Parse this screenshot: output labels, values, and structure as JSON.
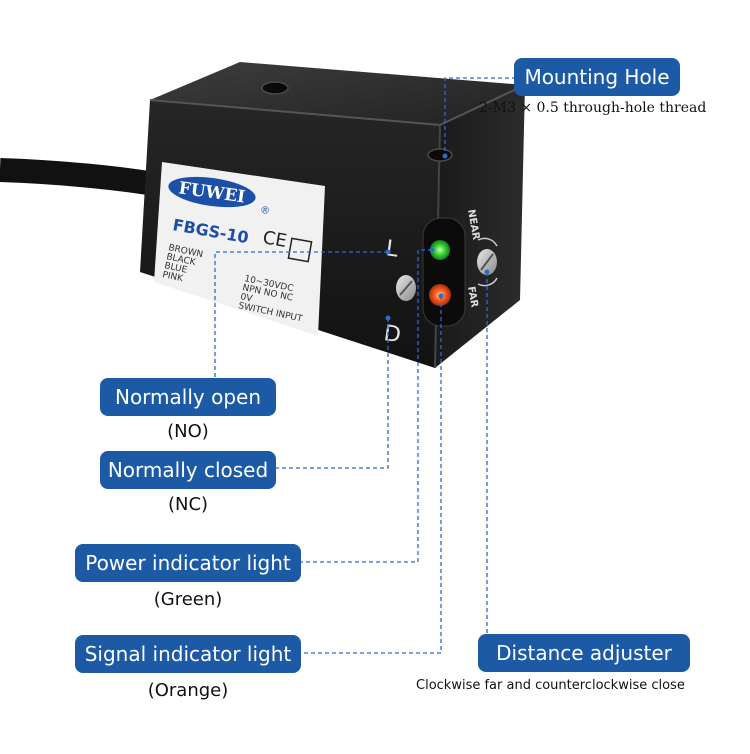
{
  "device": {
    "brand": "FUWEI",
    "model": "FBGS-10",
    "ce_mark": "CE",
    "wire_colors": [
      "BROWN",
      "BLACK",
      "BLUE",
      "PINK"
    ],
    "wire_functions": [
      "10~30VDC",
      "NPN NO NC",
      "0V",
      "SWITCH INPUT"
    ],
    "mode_letters": [
      "L",
      "D"
    ],
    "near_label": "NEAR",
    "far_label": "FAR",
    "led_colors": {
      "green": "#38d33a",
      "orange": "#ff5a1f"
    }
  },
  "callouts": {
    "mounting_hole": {
      "label": "Mounting Hole",
      "note": "2-M3 × 0.5 through-hole thread"
    },
    "normally_open": {
      "label": "Normally open",
      "sub": "(NO)"
    },
    "normally_closed": {
      "label": "Normally closed",
      "sub": "(NC)"
    },
    "power_light": {
      "label": "Power indicator light",
      "sub": "(Green)"
    },
    "signal_light": {
      "label": "Signal indicator light",
      "sub": "(Orange)"
    },
    "distance_adjuster": {
      "label": "Distance adjuster",
      "note": "Clockwise far and counterclockwise close"
    }
  },
  "colors": {
    "callout_blue": "#1d5aa6",
    "leader_blue": "#2a6bd1"
  }
}
